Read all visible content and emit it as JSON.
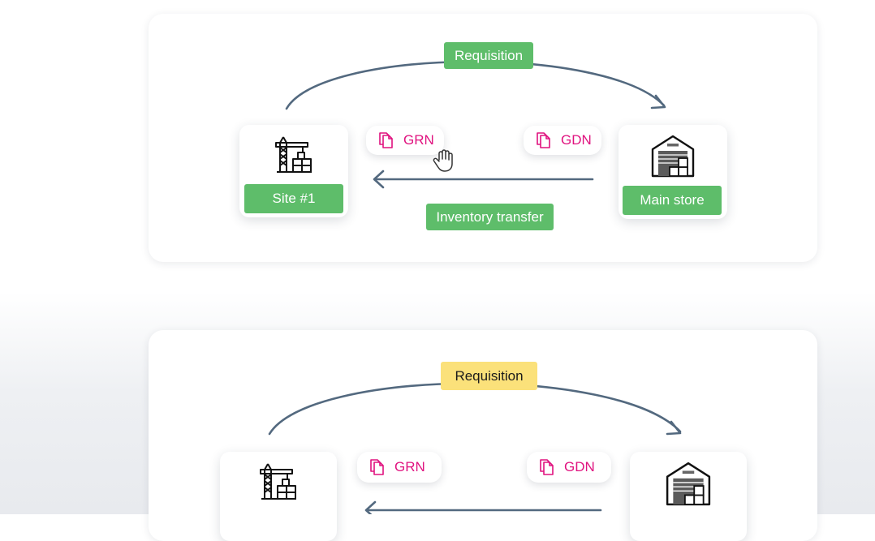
{
  "colors": {
    "accent_green": "#5ebd6a",
    "accent_yellow": "#fbe17a",
    "document_pink": "#e0127f",
    "arrow_slate": "#53697f"
  },
  "diagram_top": {
    "requisition_label": "Requisition",
    "site_label": "Site #1",
    "store_label": "Main store",
    "grn_label": "GRN",
    "gdn_label": "GDN",
    "transfer_label": "Inventory transfer",
    "site_icon": "construction-crane-icon",
    "store_icon": "warehouse-icon",
    "cursor_icon": "hand-pointer-icon"
  },
  "diagram_bottom": {
    "requisition_label": "Requisition",
    "grn_label": "GRN",
    "gdn_label": "GDN",
    "site_icon": "construction-crane-icon",
    "store_icon": "warehouse-icon"
  }
}
